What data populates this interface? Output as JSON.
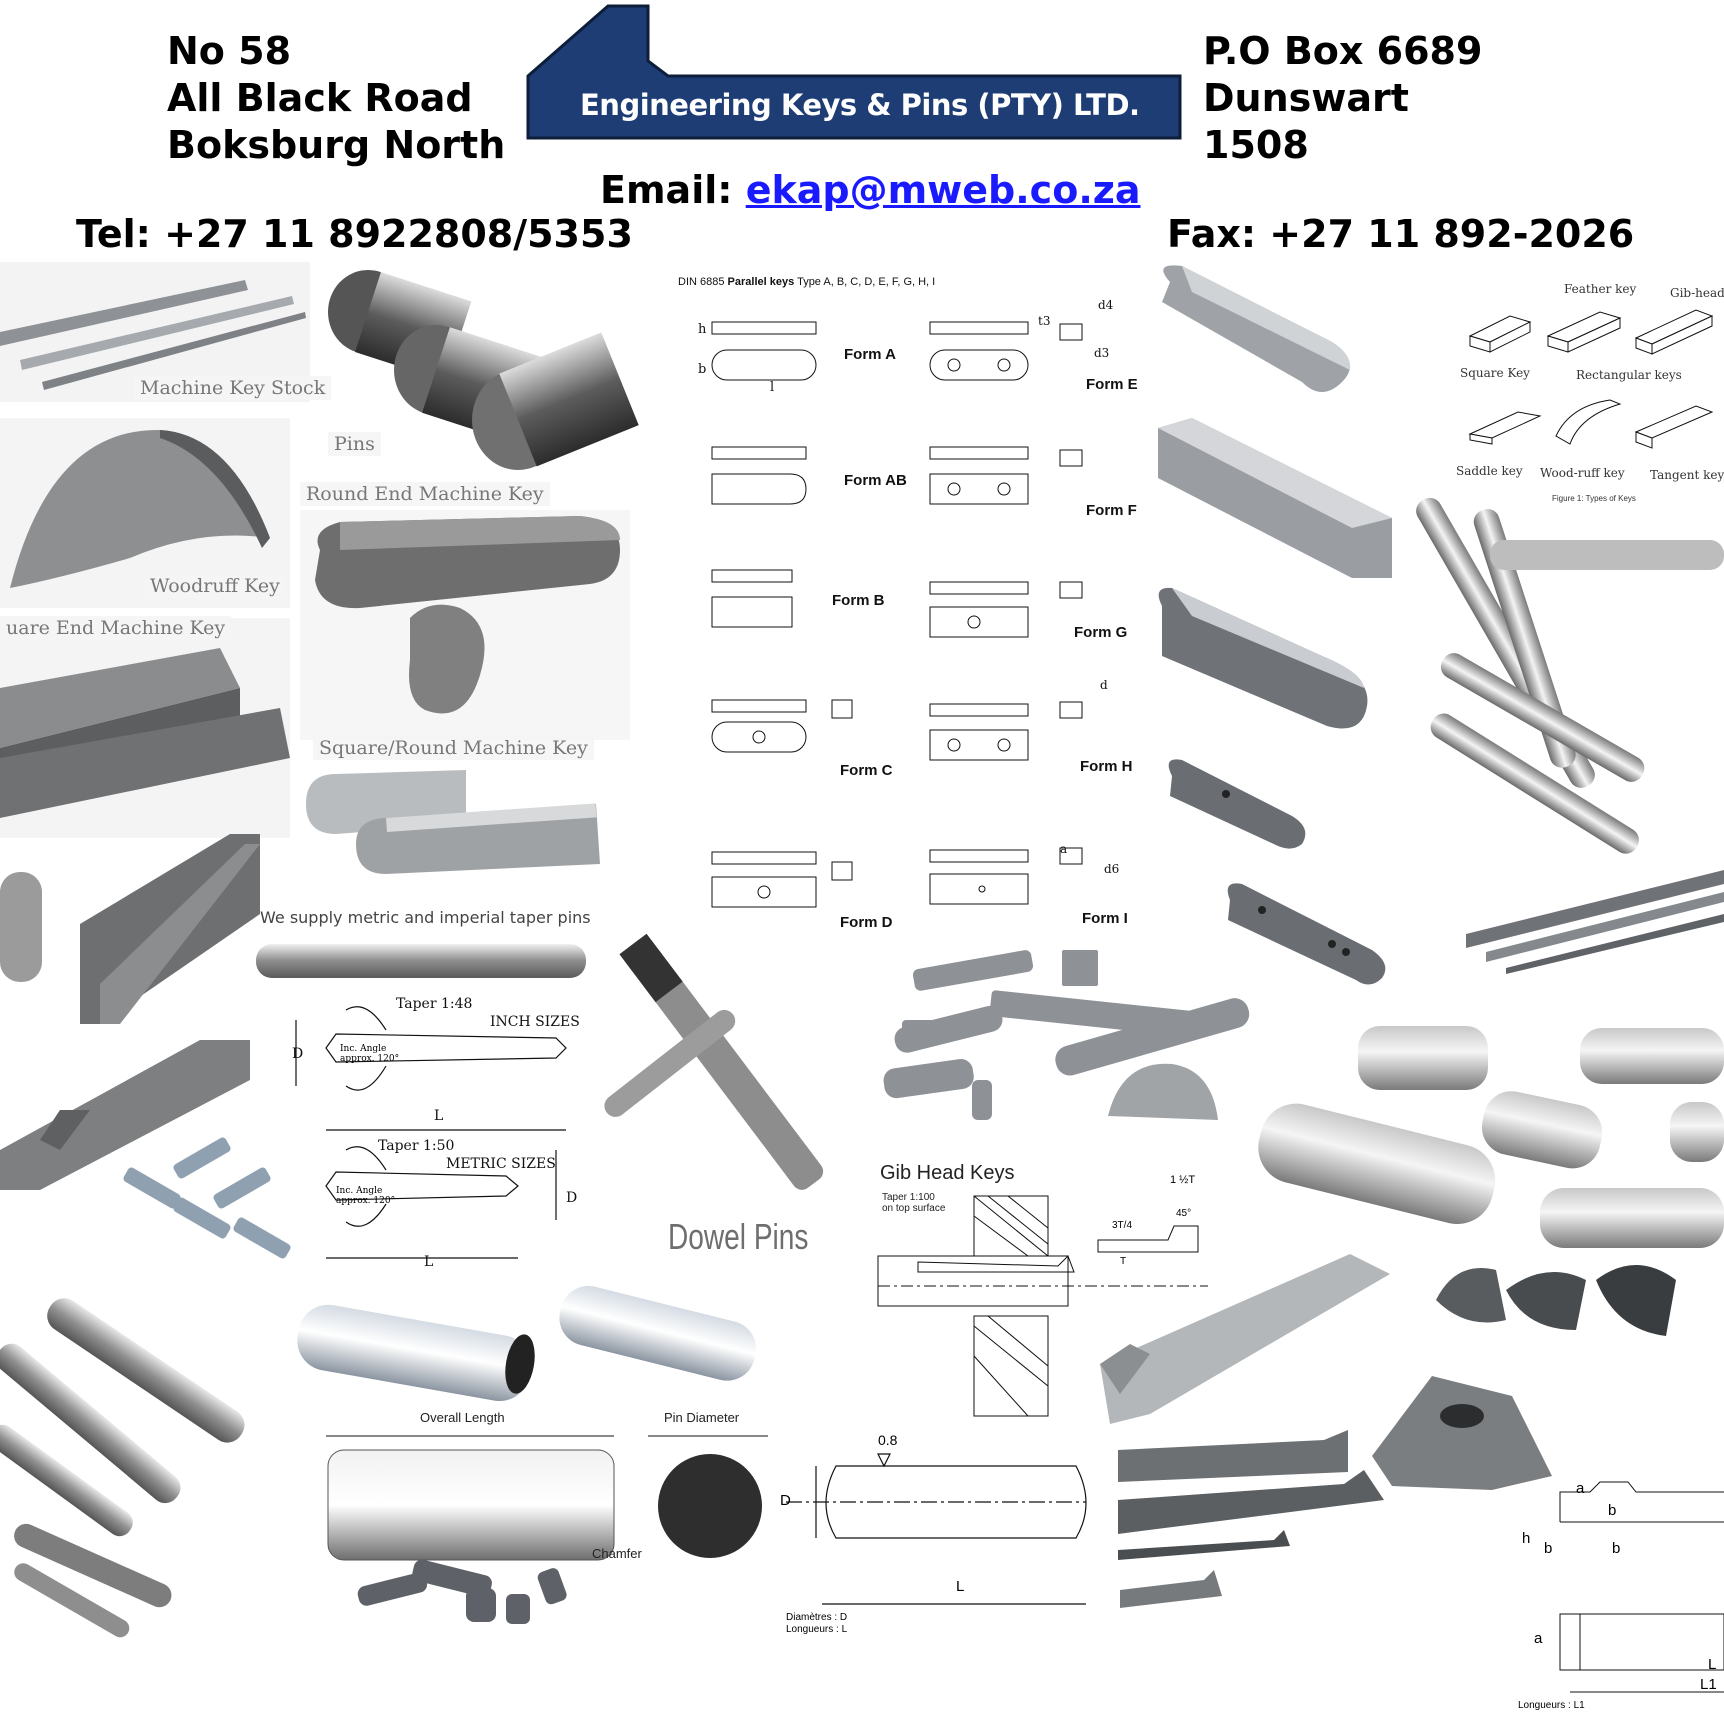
{
  "header": {
    "address_lines": [
      "No 58",
      "All Black Road",
      "Boksburg North"
    ],
    "postal_lines": [
      "P.O Box 6689",
      "Dunswart",
      "1508"
    ],
    "email_label": "Email:",
    "email": "ekap@mweb.co.za",
    "tel": "Tel: +27 11 8922808/5353",
    "fax": "Fax: +27 11 892-2026",
    "company_logo_text": "Engineering Keys & Pins (PTY) LTD."
  },
  "colors": {
    "logo_blue": "#1d3d74",
    "link_blue": "#1a1aff",
    "steel": "#9ea3a8"
  },
  "photo_labels": {
    "machine_key_stock": "Machine Key Stock",
    "pins": "Pins",
    "round_end": "Round End Machine Key",
    "woodruff": "Woodruff Key",
    "square_end": "uare End Machine Key",
    "square_round": "Square/Round Machine Key",
    "taper_note": "We supply metric and imperial taper pins",
    "dowel_pins": "Dowel Pins",
    "gib_head_keys": "Gib Head Keys"
  },
  "din_chart": {
    "title_prefix": "DIN 6885",
    "title_bold": "Parallel keys",
    "title_suffix": "Type A, B, C, D, E, F, G, H, I",
    "forms": [
      "Form A",
      "Form AB",
      "Form B",
      "Form C",
      "Form D",
      "Form E",
      "Form F",
      "Form G",
      "Form H",
      "Form I"
    ],
    "dim_letters": {
      "h": "h",
      "b": "b",
      "l": "l",
      "t3": "t3",
      "d3": "d3",
      "d4": "d4",
      "d6": "d6",
      "a": "a",
      "d": "d"
    }
  },
  "key_types": {
    "feather": "Feather key",
    "gib_head": "Gib-head",
    "square": "Square Key",
    "rectangular": "Rectangular keys",
    "saddle": "Saddle key",
    "woodruff": "Wood-ruff key",
    "tangent": "Tangent key",
    "caption": "Figure 1: Types of Keys"
  },
  "taper_diagram": {
    "inch_taper": "Taper 1:48",
    "inch_sizes": "INCH SIZES",
    "metric_taper": "Taper 1:50",
    "metric_sizes": "METRIC SIZES",
    "inc_angle_1": "Inc. Angle",
    "inc_angle_2": "approx. 120°",
    "d": "D",
    "l": "L"
  },
  "gib_diagram": {
    "taper_note_1": "Taper 1:100",
    "taper_note_2": "on top surface",
    "t_top": "1 ½T",
    "angle": "45°",
    "t_left": "3T/4",
    "t_bottom": "T"
  },
  "dowel_diagram": {
    "overall_length": "Overall Length",
    "pin_diameter": "Pin Diameter",
    "chamfer": "Chamfer"
  },
  "pin_drawing": {
    "roughness": "0.8",
    "d": "D",
    "l": "L",
    "legend_1": "Diamètres : D",
    "legend_2": "Longueurs : L"
  },
  "gib_section": {
    "a": "a",
    "b": "b",
    "h": "h",
    "l": "L",
    "l1": "L1",
    "legend": "Longueurs : L1"
  }
}
